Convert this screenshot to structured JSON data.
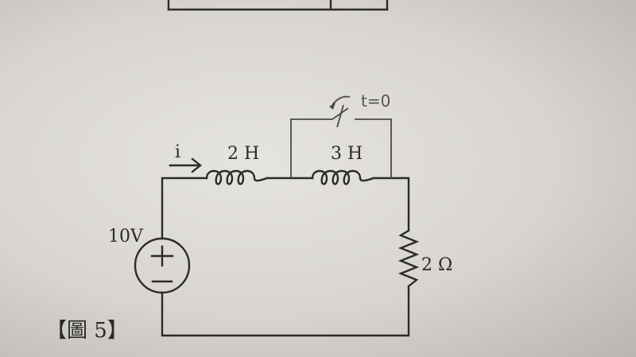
{
  "figure": {
    "caption": "【圖 5】"
  },
  "circuit": {
    "source_label": "10V",
    "source_plus": "+",
    "source_minus": "−",
    "current_label": "i",
    "inductor1_label": "2 H",
    "inductor2_label": "3 H",
    "switch_label": "t=0",
    "resistor_label": "2 Ω"
  },
  "colors": {
    "ink": "#2b2b2b",
    "paper": "#e2e0dc"
  }
}
